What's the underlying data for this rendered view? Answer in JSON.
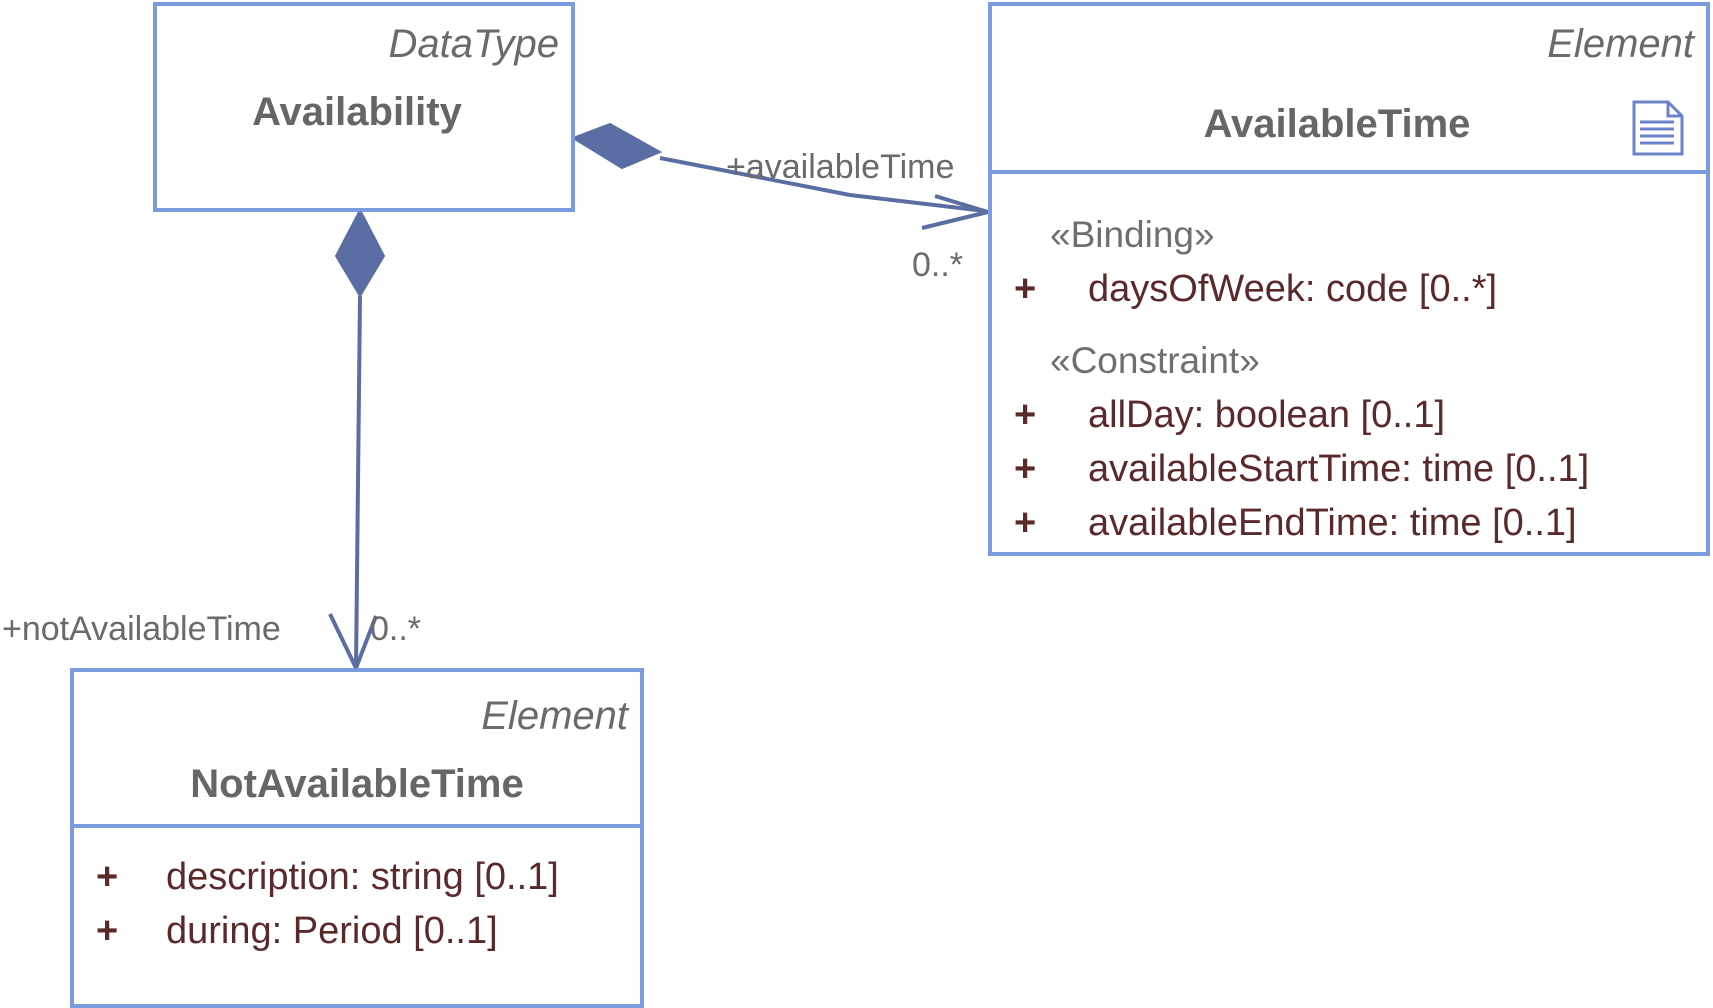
{
  "diagram": {
    "availability": {
      "stereotype": "DataType",
      "name": "Availability"
    },
    "available_time": {
      "stereotype": "Element",
      "name": "AvailableTime",
      "icon": "document-icon",
      "binding_label": "«Binding»",
      "binding_attributes": [
        {
          "visibility": "+",
          "text": "daysOfWeek: code [0..*]"
        }
      ],
      "constraint_label": "«Constraint»",
      "constraint_attributes": [
        {
          "visibility": "+",
          "text": "allDay: boolean [0..1]"
        },
        {
          "visibility": "+",
          "text": "availableStartTime: time [0..1]"
        },
        {
          "visibility": "+",
          "text": "availableEndTime: time [0..1]"
        }
      ]
    },
    "not_available_time": {
      "stereotype": "Element",
      "name": "NotAvailableTime",
      "attributes": [
        {
          "visibility": "+",
          "text": "description: string [0..1]"
        },
        {
          "visibility": "+",
          "text": "during: Period [0..1]"
        }
      ]
    },
    "associations": {
      "available_time_role": "+availableTime",
      "available_time_multiplicity": "0..*",
      "not_available_time_role": "+notAvailableTime",
      "not_available_time_multiplicity": "0..*"
    },
    "colors": {
      "box_border": "#7b9be0",
      "connector": "#5b6ea3",
      "attribute_text": "#5a2a2a",
      "title_text": "#666666"
    }
  }
}
